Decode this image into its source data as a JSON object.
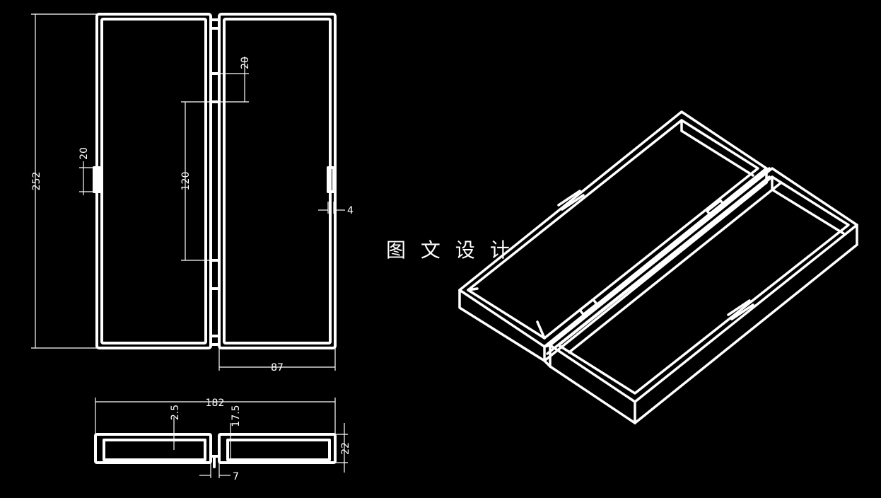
{
  "watermark": {
    "text": "图 文 设 计",
    "background": "#000000",
    "color": "#ffffff"
  },
  "colors": {
    "background": "#000000",
    "lines": "#ffffff"
  },
  "top_view": {
    "dims": {
      "height": "252",
      "notch_left": "20",
      "span_center": "120",
      "offset_top": "20",
      "notch_right": "4",
      "width_single": "87"
    }
  },
  "section_view": {
    "dims": {
      "total_width": "182",
      "wall_left": "2.5",
      "inner_depth": "17.5",
      "height": "22",
      "gap": "7"
    }
  },
  "iso_view": {
    "description_icon": "open-box-icon"
  }
}
